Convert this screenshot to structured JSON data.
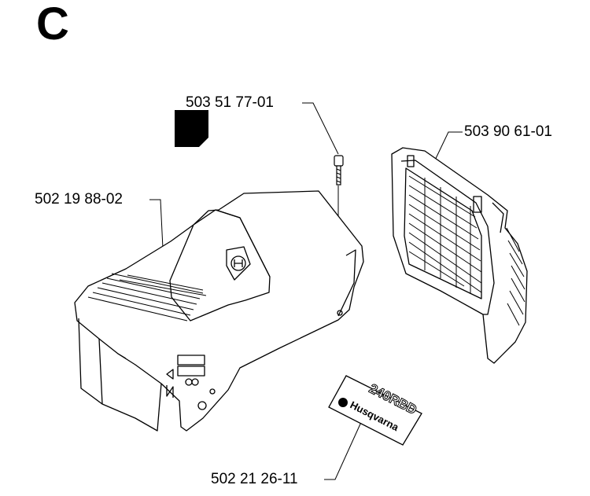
{
  "section_letter": "C",
  "parts": [
    {
      "number": "503 51 77-01",
      "name": "screw"
    },
    {
      "number": "503 90 61-01",
      "name": "grille"
    },
    {
      "number": "502 19 88-02",
      "name": "cylinder-cover"
    },
    {
      "number": "502 21 26-11",
      "name": "decal"
    }
  ],
  "decal": {
    "model": "240RBD",
    "brand": "Husqvarna"
  },
  "colors": {
    "line": "#000000",
    "background": "#ffffff"
  }
}
